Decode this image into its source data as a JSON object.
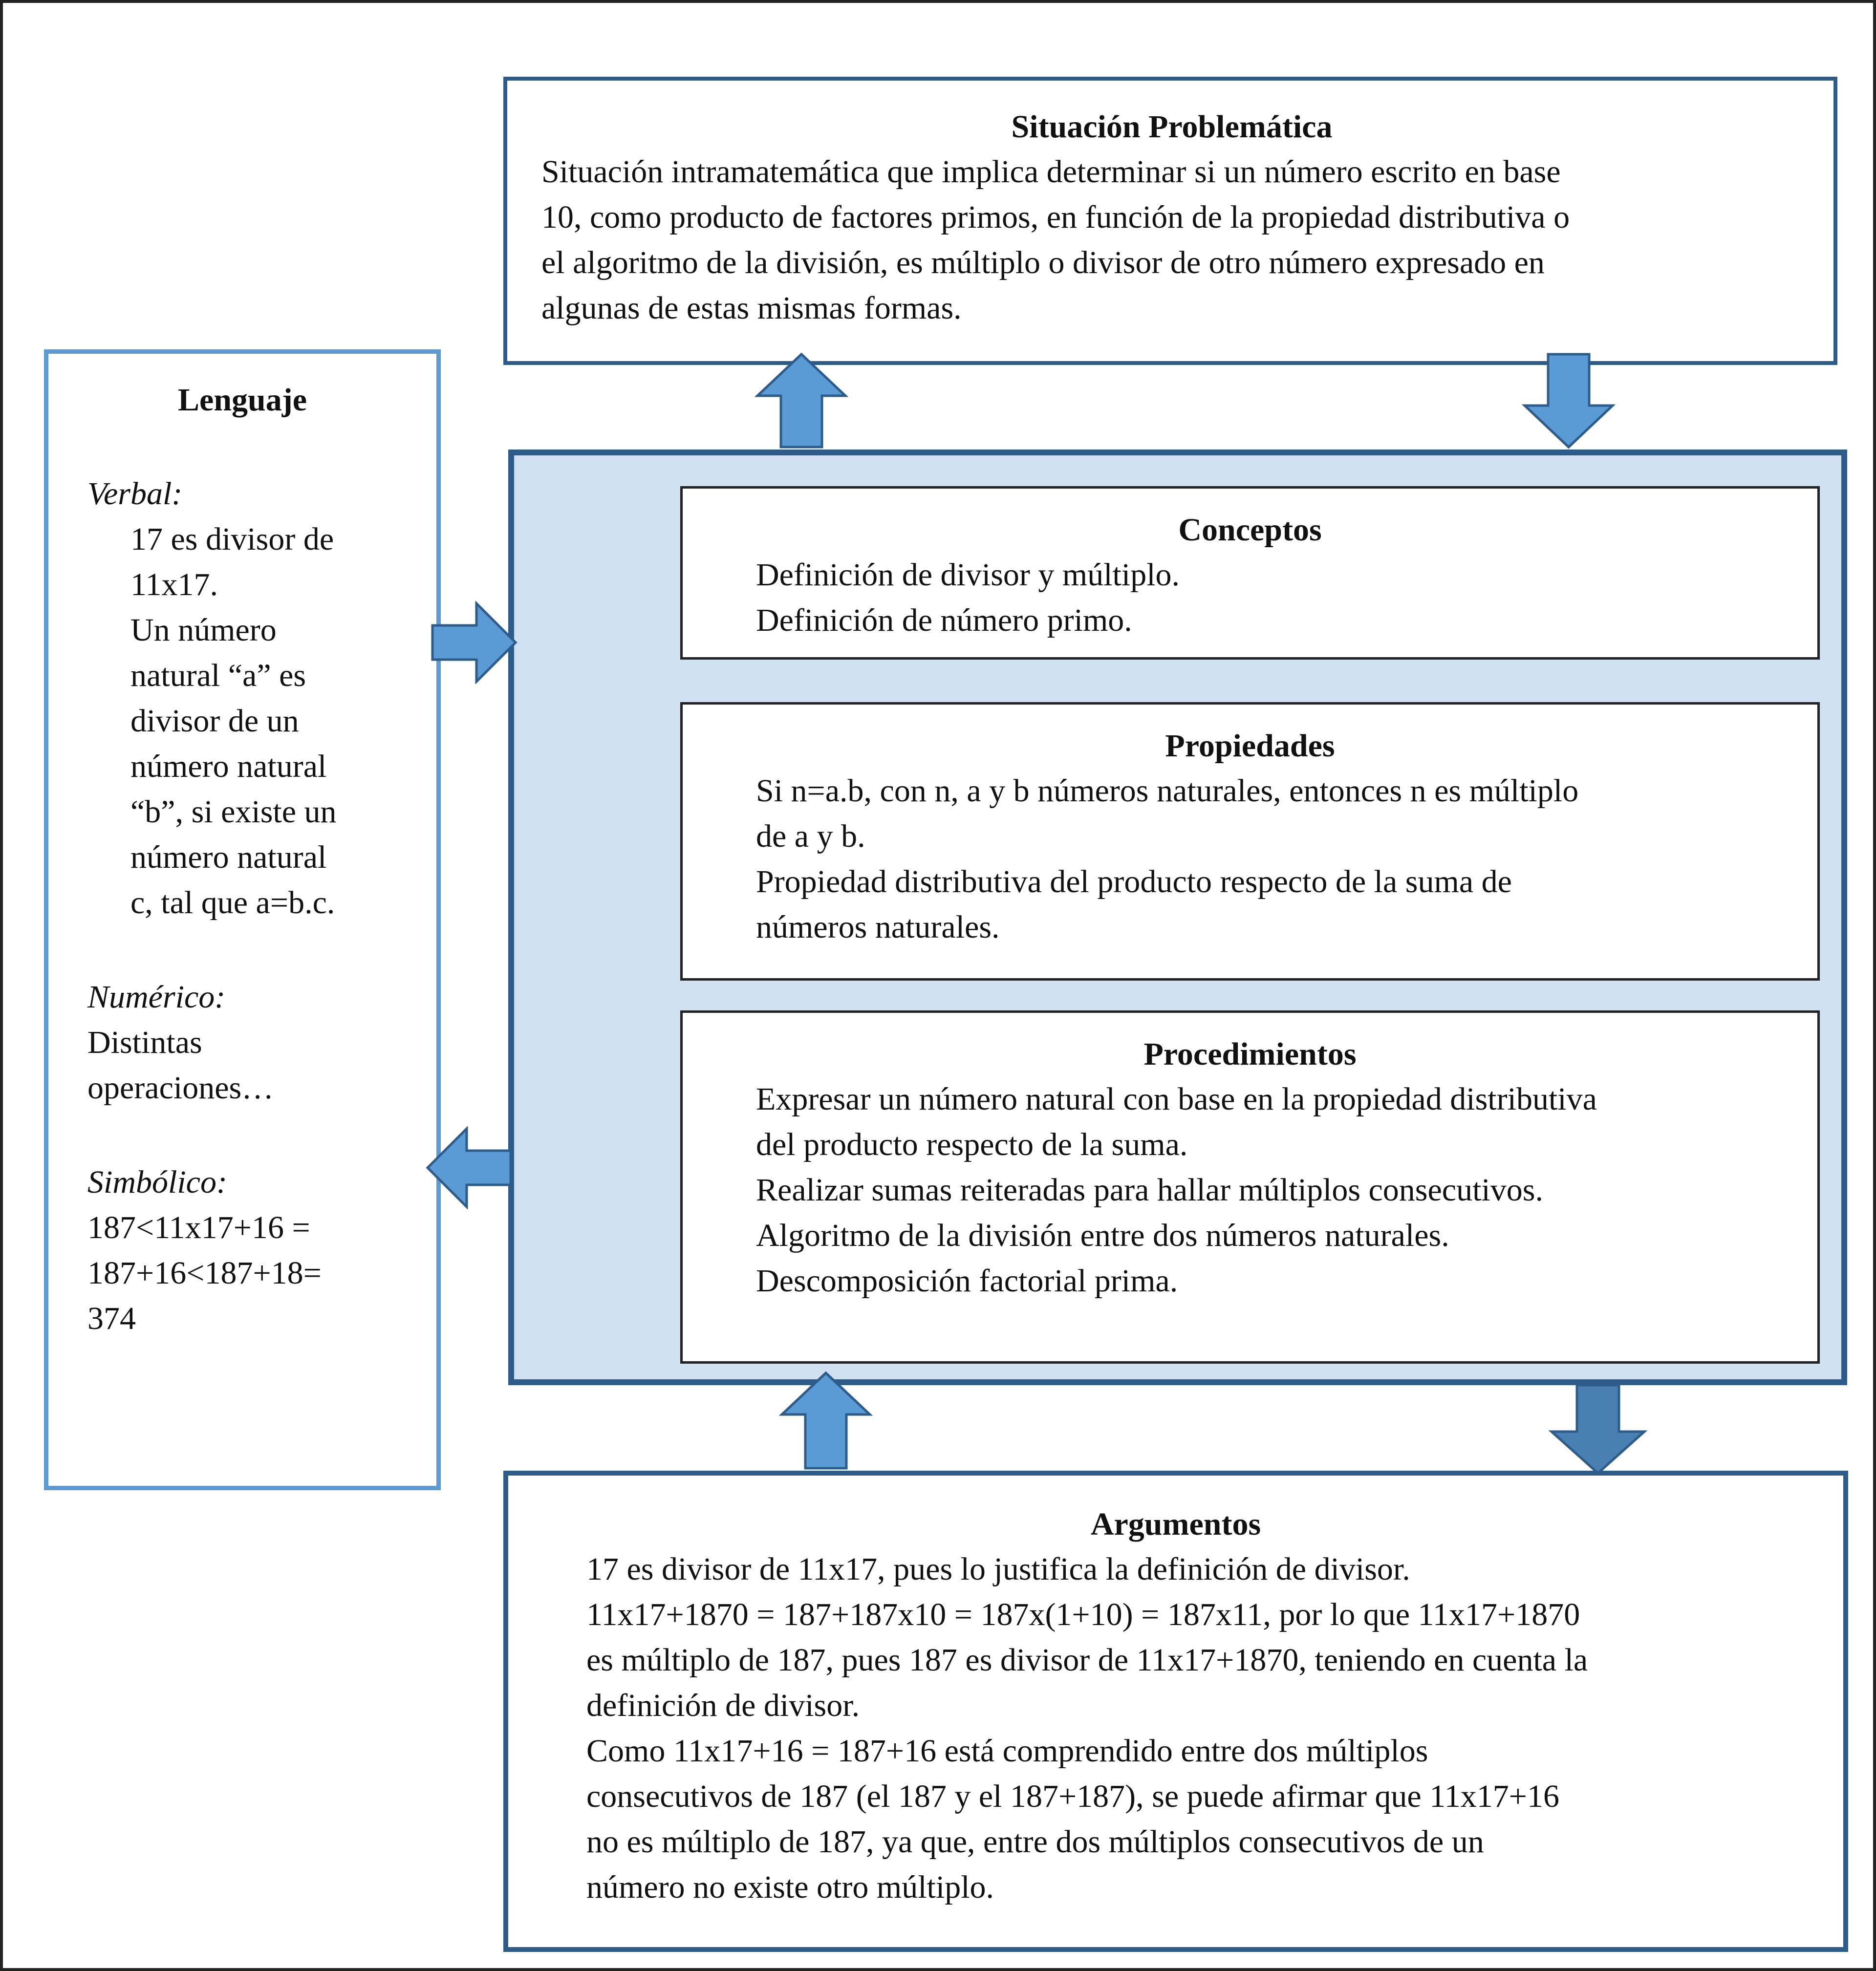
{
  "situacion": {
    "title": "Situación Problemática",
    "lines": [
      "Situación intramatemática que implica determinar si un número escrito en base",
      "10, como producto de factores primos, en función de la propiedad distributiva o",
      "el algoritmo de la división, es múltiplo o divisor de otro número expresado en",
      "algunas de estas mismas formas."
    ]
  },
  "lenguaje": {
    "title": "Lenguaje",
    "verbal_label": "Verbal:",
    "verbal_lines": [
      "17 es divisor de",
      "11x17.",
      "Un número",
      "natural “a” es",
      "divisor de un",
      "número natural",
      "“b”, si existe un",
      "número natural",
      "c, tal que a=b.c."
    ],
    "numerico_label": "Numérico:",
    "numerico_lines": [
      "Distintas",
      "operaciones…"
    ],
    "simbolico_label": "Simbólico:",
    "simbolico_lines": [
      "187<11x17+16 =",
      "187+16<187+18=",
      "374"
    ]
  },
  "conceptos": {
    "title": "Conceptos",
    "lines": [
      "Definición de divisor y múltiplo.",
      "Definición de número primo."
    ]
  },
  "propiedades": {
    "title": "Propiedades",
    "lines": [
      "Si n=a.b, con n, a y b números naturales, entonces n es múltiplo",
      "de a y b.",
      "Propiedad distributiva del producto respecto de la suma de",
      "números naturales."
    ]
  },
  "procedimientos": {
    "title": "Procedimientos",
    "lines": [
      "Expresar un número natural con base en la propiedad distributiva",
      "del producto respecto de la suma.",
      "Realizar sumas reiteradas para hallar múltiplos consecutivos.",
      "Algoritmo de la división entre dos números naturales.",
      "Descomposición factorial prima."
    ]
  },
  "argumentos": {
    "title": "Argumentos",
    "lines": [
      "17 es divisor de 11x17, pues lo justifica la definición de divisor.",
      "11x17+1870 = 187+187x10 = 187x(1+10) = 187x11, por lo que 11x17+1870",
      "es múltiplo de 187, pues 187 es divisor de 11x17+1870, teniendo en cuenta la",
      "definición de divisor.",
      "Como 11x17+16 = 187+16 está comprendido entre dos múltiplos",
      "consecutivos de 187 (el 187 y el 187+187), se puede afirmar que 11x17+16",
      "no es múltiplo de 187, ya que, entre dos múltiplos consecutivos de un",
      "número no existe otro múltiplo."
    ]
  },
  "colors": {
    "arrow_light": "#5b9bd5",
    "arrow_dark": "#2d5c8a",
    "panel_fill": "#cfe0f1"
  }
}
